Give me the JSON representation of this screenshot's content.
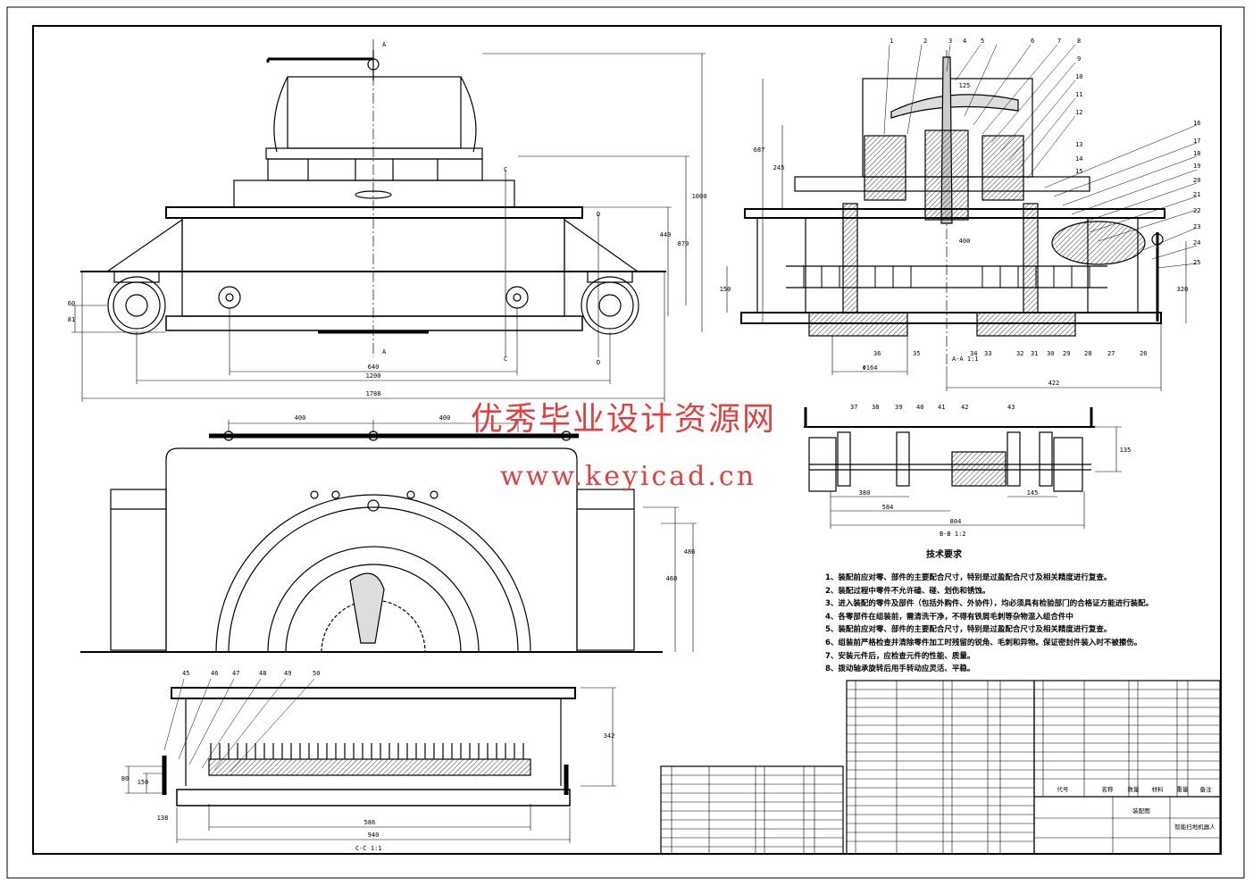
{
  "watermark": {
    "title": "优秀毕业设计资源网",
    "url": "www.keyicad.cn"
  },
  "tech_requirements": {
    "title": "技术要求",
    "items": [
      "1、装配前应对零、部件的主要配合尺寸，特别是过盈配合尺寸及相关精度进行复查。",
      "2、装配过程中零件不允许磕、碰、划伤和锈蚀。",
      "3、进入装配的零件及部件（包括外购件、外协件），均必须具有检验部门的合格证方能进行装配。",
      "4、各零部件在组装前，需清洗干净，不得有铁屑毛刺等杂物混入组合件中",
      "5、装配前应对零、部件的主要配合尺寸，特别是过盈配合尺寸及相关精度进行复查。",
      "6、组装前严格检查并清除零件加工时残留的锐角、毛刺和异物。保证密封件装入时不被擦伤。",
      "7、安装元件后，应检查元件的性能、质量。",
      "8、拨动轴承旋转后用手转动应灵活、平稳。"
    ]
  },
  "dimensions": {
    "front": [
      "1788",
      "1200",
      "640",
      "440",
      "870",
      "1000",
      "60",
      "81"
    ],
    "section": [
      "687",
      "245",
      "400",
      "125",
      "150",
      "320",
      "422",
      "Φ164"
    ],
    "detail": [
      "380",
      "584",
      "804",
      "145",
      "135"
    ],
    "top": [
      "400",
      "400",
      "460",
      "486"
    ],
    "bottom": [
      "586",
      "940",
      "342",
      "80",
      "150",
      "138"
    ]
  },
  "part_numbers": {
    "top": [
      "1",
      "2",
      "3",
      "4",
      "5",
      "6",
      "7",
      "8",
      "9",
      "10",
      "11",
      "12",
      "13",
      "14",
      "15",
      "16",
      "17",
      "18",
      "19",
      "20",
      "21",
      "22",
      "23",
      "24",
      "25"
    ],
    "bottom": [
      "36",
      "35",
      "34",
      "33",
      "32",
      "31",
      "30",
      "29",
      "28",
      "27",
      "26"
    ],
    "detail": [
      "37",
      "38",
      "39",
      "40",
      "41",
      "42",
      "43"
    ],
    "lower": [
      "45",
      "46",
      "47",
      "48",
      "49",
      "50"
    ]
  },
  "section_labels": {
    "a": "A",
    "b": "B",
    "c": "C",
    "d": "D",
    "section_view": "A-A 1:1",
    "detail_view": "B-B 1:2",
    "bottom_view": "C-C 1:1"
  },
  "title_block": {
    "col_code": "代号",
    "col_name": "名称",
    "col_qty": "数量",
    "col_material": "材料",
    "col_weight": "重量",
    "col_remarks": "备注",
    "drawing_name": "装配图",
    "product_name": "智能扫地机器人"
  }
}
